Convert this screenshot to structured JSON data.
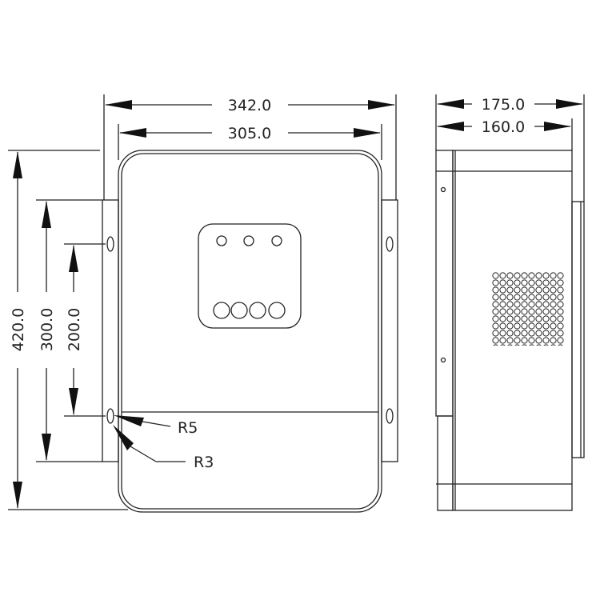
{
  "front_view": {
    "dim_width_outer": "342.0",
    "dim_width_body": "305.0",
    "dim_height_total": "420.0",
    "dim_height_bracket": "300.0",
    "dim_height_holes": "200.0",
    "radius_large": "R5",
    "radius_small": "R3"
  },
  "side_view": {
    "dim_depth_total": "175.0",
    "dim_depth_body": "160.0"
  }
}
